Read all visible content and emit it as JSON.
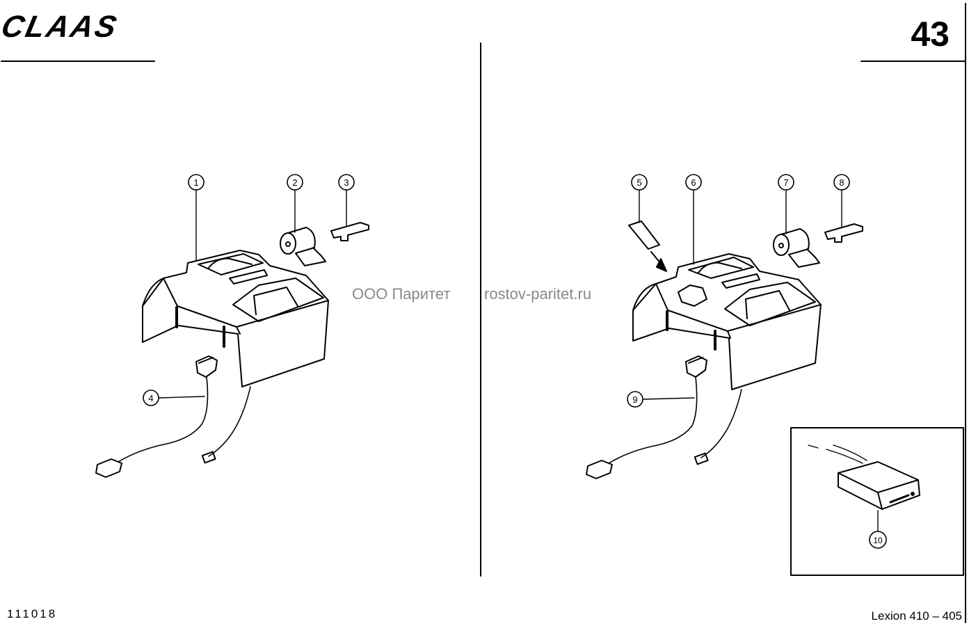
{
  "header": {
    "brand": "CLAAS",
    "page_number": "43"
  },
  "footer": {
    "doc_number": "111018",
    "model": "Lexion 410 – 405"
  },
  "watermark": {
    "left": "ООО Паритет",
    "right": "rostov-paritet.ru"
  },
  "callouts": [
    "1",
    "2",
    "3",
    "4",
    "5",
    "6",
    "7",
    "8",
    "9",
    "10"
  ]
}
